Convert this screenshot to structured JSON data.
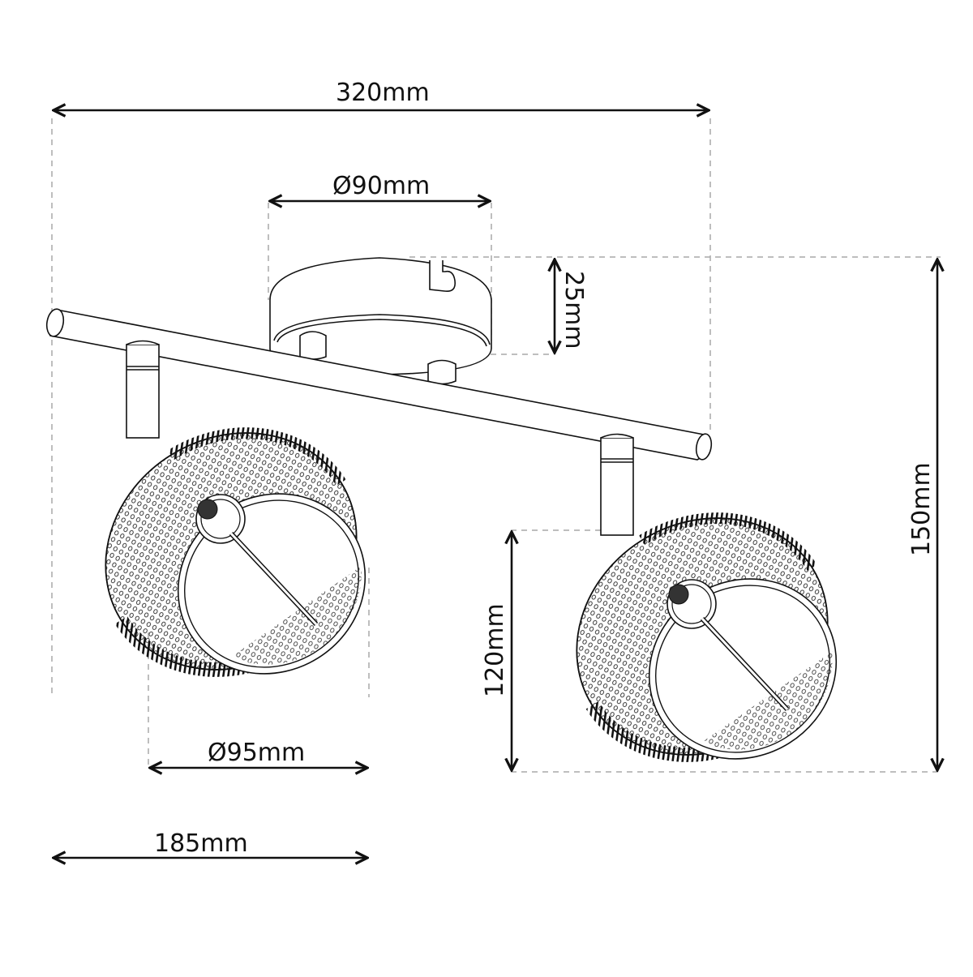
{
  "diagram": {
    "subject": "Two-spot ceiling light bar with perforated mesh shades",
    "colors": {
      "line": "#111111",
      "dashed_guide": "#a8a8a8",
      "background": "#ffffff"
    },
    "dimensions": {
      "total_width": {
        "label": "320mm",
        "orientation": "horizontal"
      },
      "canopy_diameter": {
        "label": "Ø90mm",
        "orientation": "horizontal"
      },
      "canopy_height": {
        "label": "25mm",
        "orientation": "vertical-cw"
      },
      "total_height": {
        "label": "150mm",
        "orientation": "vertical-ccw"
      },
      "shade_height": {
        "label": "120mm",
        "orientation": "vertical-ccw"
      },
      "shade_diameter": {
        "label": "Ø95mm",
        "orientation": "horizontal"
      },
      "half_width": {
        "label": "185mm",
        "orientation": "horizontal"
      }
    },
    "parts": [
      {
        "name": "ceiling-canopy",
        "label": "Round ceiling canopy with keyhole slot"
      },
      {
        "name": "mounting-bar",
        "label": "Tubular mounting bar"
      },
      {
        "name": "left-spot",
        "label": "Left spotlight with mesh shade"
      },
      {
        "name": "right-spot",
        "label": "Right spotlight with mesh shade"
      }
    ]
  }
}
